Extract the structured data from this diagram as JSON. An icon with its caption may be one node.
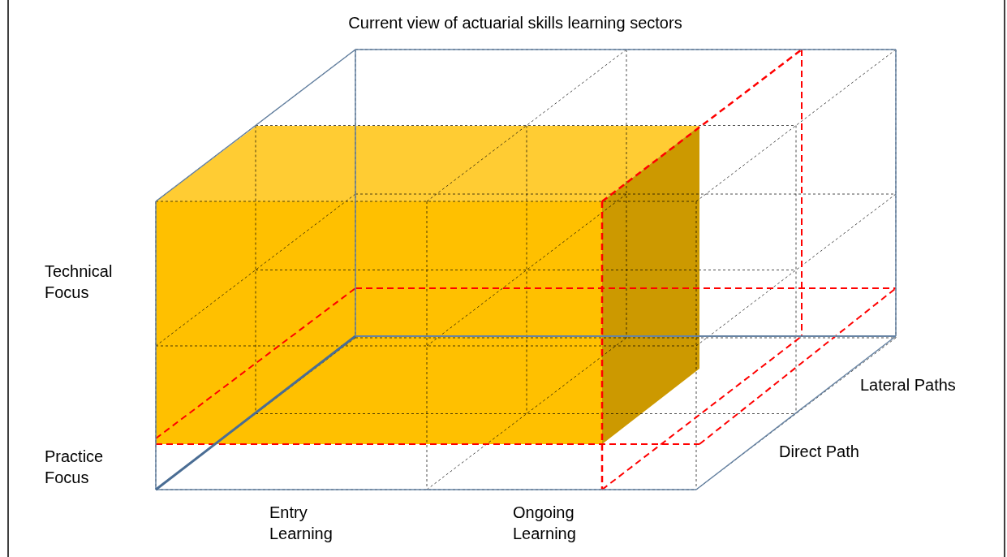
{
  "diagram": {
    "title": "Current view of actuarial skills learning sectors",
    "labels": [
      "Technical Focus",
      "Practice Focus",
      "Entry Learning",
      "Ongoing Learning",
      "Lateral Paths",
      "Direct Path"
    ]
  }
}
